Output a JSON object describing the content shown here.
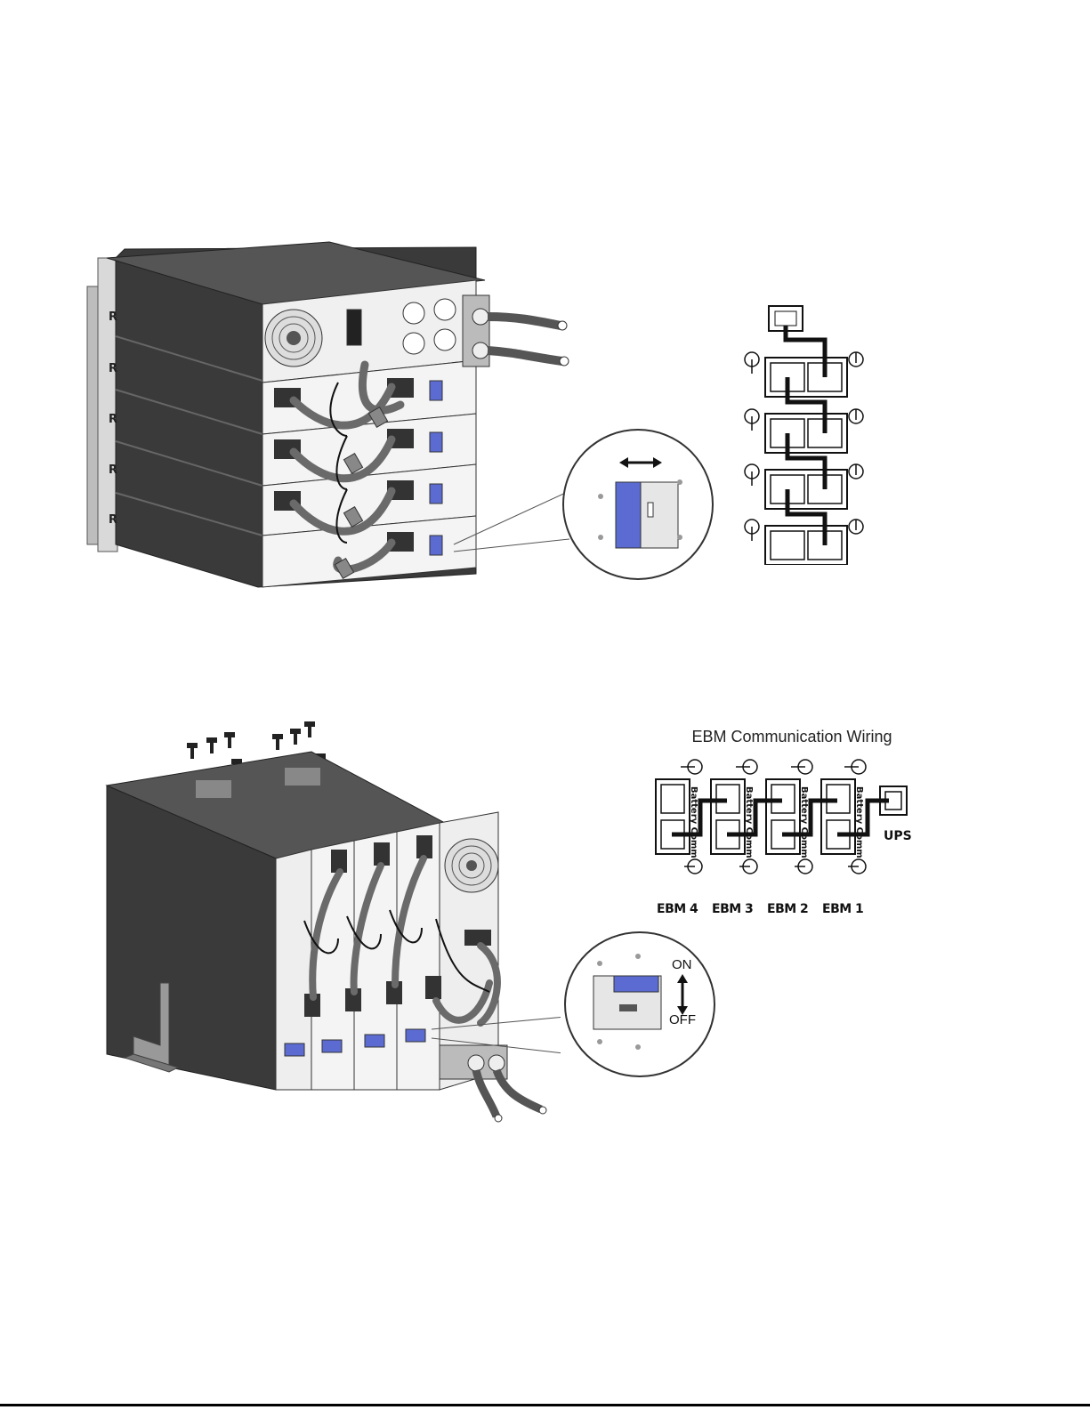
{
  "rack_unit_label": "R",
  "wiring": {
    "title": "EBM Communication Wiring",
    "port_label": "Battery Comm",
    "ups_label": "UPS",
    "ebm_labels": [
      "EBM 4",
      "EBM 3",
      "EBM 2",
      "EBM 1"
    ]
  },
  "switch": {
    "on_label": "ON",
    "off_label": "OFF"
  },
  "colors": {
    "chassis": "#3d3d3d",
    "panel": "#f2f2f2",
    "accent_blue": "#5b6bd1",
    "cable": "#6a6a6a"
  }
}
